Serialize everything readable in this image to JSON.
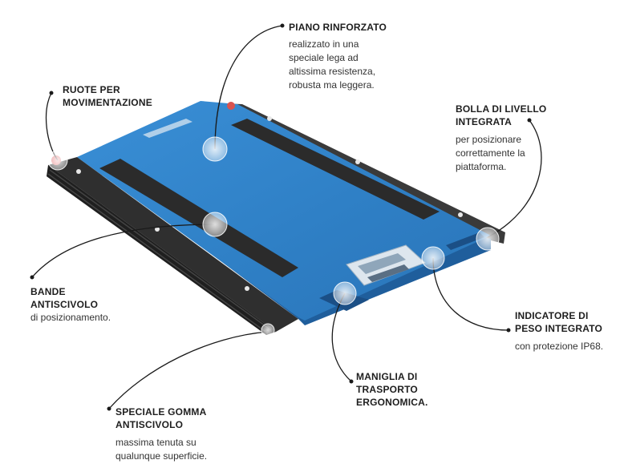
{
  "colors": {
    "platform": "#2e7fc4",
    "platform_dark": "#1f5e9c",
    "rubber": "#2a2a2a",
    "callout_line": "#1a1a1a",
    "marker": "#ffffff"
  },
  "callouts": {
    "piano": {
      "title": [
        "PIANO RINFORZATO"
      ],
      "desc": [
        "realizzato in una",
        "speciale lega ad",
        "altissima resistenza,",
        "robusta ma leggera."
      ]
    },
    "ruote": {
      "title": [
        "RUOTE PER",
        "MOVIMENTAZIONE"
      ],
      "desc": []
    },
    "bolla": {
      "title": [
        "BOLLA DI LIVELLO",
        "INTEGRATA"
      ],
      "desc": [
        "per posizionare",
        "correttamente la",
        "piattaforma."
      ]
    },
    "bande": {
      "title": [
        "BANDE",
        "ANTISCIVOLO"
      ],
      "desc": [
        "di posizionamento."
      ]
    },
    "indicatore": {
      "title": [
        "INDICATORE DI",
        "PESO INTEGRATO"
      ],
      "desc": [
        "con protezione IP68."
      ]
    },
    "maniglia": {
      "title": [
        "MANIGLIA DI",
        "TRASPORTO",
        "ERGONOMICA."
      ],
      "desc": []
    },
    "gomma": {
      "title": [
        "SPECIALE GOMMA",
        "ANTISCIVOLO"
      ],
      "desc": [
        "massima tenuta su",
        "qualunque superficie."
      ]
    }
  }
}
